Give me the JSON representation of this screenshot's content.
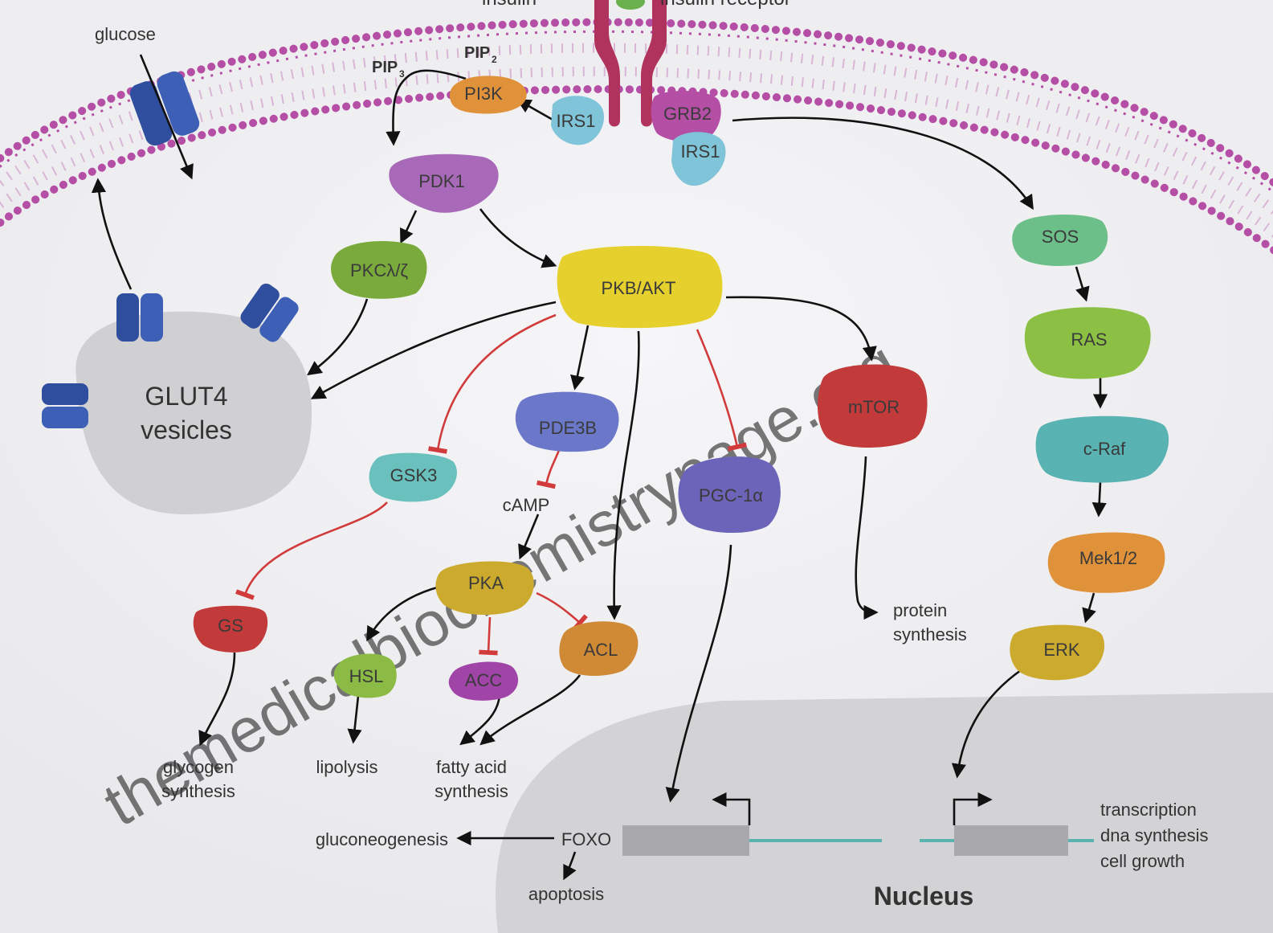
{
  "receptor_labels": {
    "insulin": "insulin",
    "insulin_receptor": "insulin receptor"
  },
  "membrane_labels": {
    "glucose": "glucose",
    "pip3": "PIP",
    "pip3_sub": "3",
    "pip2": "PIP",
    "pip2_sub": "2"
  },
  "nodes": {
    "pi3k": "PI3K",
    "irs1_left": "IRS1",
    "grb2": "GRB2",
    "irs1_right": "IRS1",
    "pdk1": "PDK1",
    "pkc": "PKCλ/ζ",
    "pkb": "PKB/AKT",
    "mtor": "mTOR",
    "pde3b": "PDE3B",
    "gsk3": "GSK3",
    "pgc": "PGC-1α",
    "pka": "PKA",
    "gs": "GS",
    "hsl": "HSL",
    "acc": "ACC",
    "acl": "ACL",
    "sos": "SOS",
    "ras": "RAS",
    "craf": "c-Raf",
    "mek": "Mek1/2",
    "erk": "ERK"
  },
  "glut4": {
    "line1": "GLUT4",
    "line2": "vesicles"
  },
  "outputs": {
    "camp": "cAMP",
    "glycogen1": "glycogen",
    "glycogen2": "synthesis",
    "lipolysis": "lipolysis",
    "fatty1": "fatty acid",
    "fatty2": "synthesis",
    "protein1": "protein",
    "protein2": "synthesis",
    "gluconeogenesis": "gluconeogenesis",
    "foxo": "FOXO",
    "apoptosis": "apoptosis",
    "transcription": "transcription",
    "dna": "dna synthesis",
    "growth": "cell growth"
  },
  "nucleus": {
    "label": "Nucleus"
  },
  "watermark": "themedicalbiochemistrypage.org",
  "colors": {
    "membrane": "#b54fa6",
    "receptor": "#b0335e",
    "glut": "#2f4f9e",
    "activate": "#111111",
    "inhibit": "#d23b3b"
  }
}
